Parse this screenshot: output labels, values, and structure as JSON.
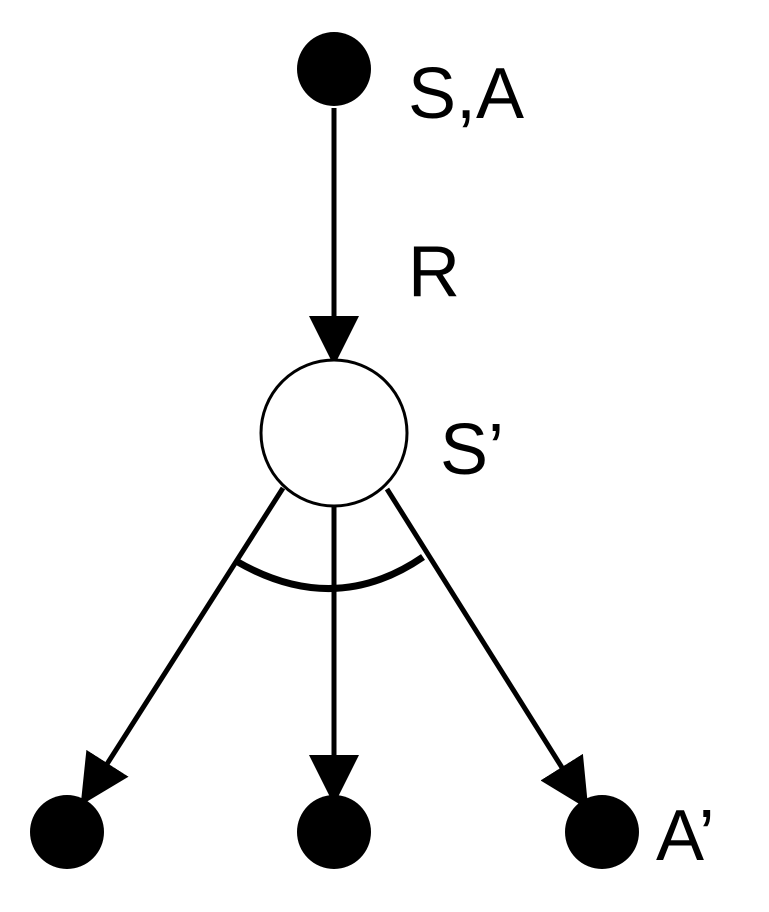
{
  "diagram": {
    "labels": {
      "start_node": "S,A",
      "reward_edge": "R",
      "next_state_node": "S’",
      "next_action_node": "A’"
    },
    "colors": {
      "stroke": "#000000",
      "filled_node": "#000000",
      "open_node": "#ffffff"
    }
  }
}
